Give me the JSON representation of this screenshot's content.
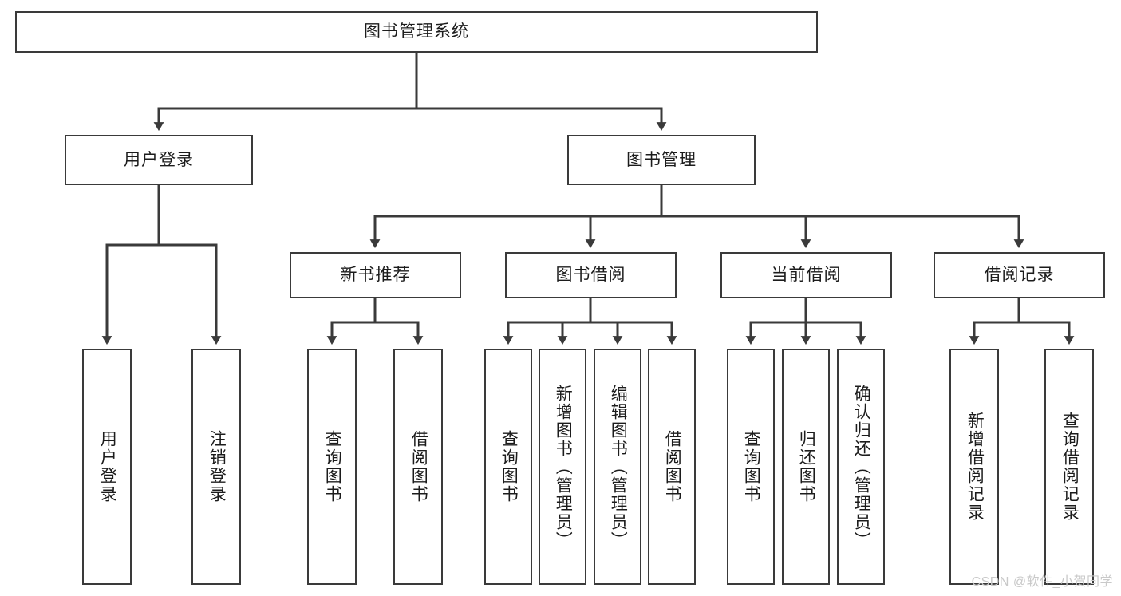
{
  "diagram": {
    "title": "图书管理系统",
    "type": "tree-hierarchy",
    "root": {
      "label": "图书管理系统"
    },
    "level2": [
      {
        "label": "用户登录"
      },
      {
        "label": "图书管理"
      }
    ],
    "level3": [
      {
        "label": "新书推荐"
      },
      {
        "label": "图书借阅"
      },
      {
        "label": "当前借阅"
      },
      {
        "label": "借阅记录"
      }
    ],
    "leaves": {
      "user_login": [
        {
          "label": "用户登录"
        },
        {
          "label": "注销登录"
        }
      ],
      "new_book_recommend": [
        {
          "label": "查询图书"
        },
        {
          "label": "借阅图书"
        }
      ],
      "book_borrow": [
        {
          "label": "查询图书"
        },
        {
          "label": "新增图书（管理员）"
        },
        {
          "label": "编辑图书（管理员）"
        },
        {
          "label": "借阅图书"
        }
      ],
      "current_borrow": [
        {
          "label": "查询图书"
        },
        {
          "label": "归还图书"
        },
        {
          "label": "确认归还（管理员）"
        }
      ],
      "borrow_record": [
        {
          "label": "新增借阅记录"
        },
        {
          "label": "查询借阅记录"
        }
      ]
    },
    "watermark": "CSDN @软件_小贺同学",
    "colors": {
      "stroke": "#3a3a3a",
      "box_fill": "#ffffff",
      "text": "#1c1c1c",
      "watermark": "#c9c9c9",
      "background": "#ffffff"
    }
  }
}
